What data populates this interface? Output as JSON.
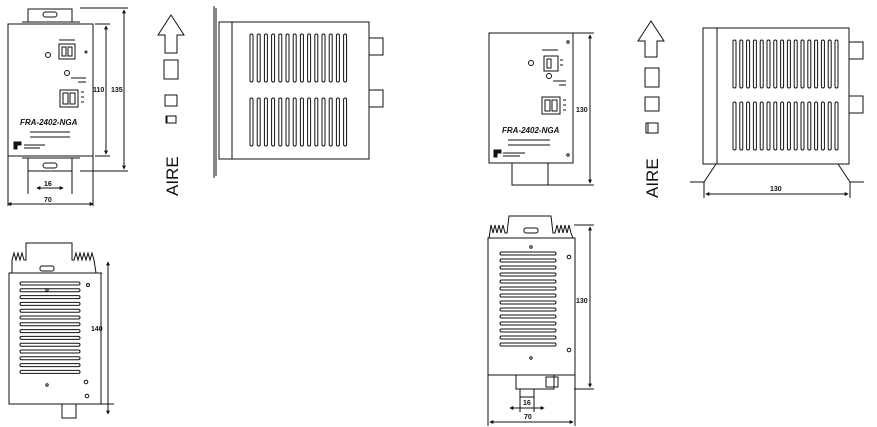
{
  "colors": {
    "line": "#111111",
    "background": "#ffffff"
  },
  "model_label": "FRA-2402-NGA",
  "air_label": "AIRE",
  "dimensions": {
    "front_width": "70",
    "front_height": "110",
    "front_total_height": "135",
    "mount_tab_width": "16",
    "top_view_depth": "140",
    "side_view_depth": "130",
    "top_view_height": "130",
    "bottom_width": "70",
    "bottom_tab": "16"
  },
  "icons": {
    "airflow": "up-arrow-icon",
    "logo": "brand-logo-icon"
  }
}
